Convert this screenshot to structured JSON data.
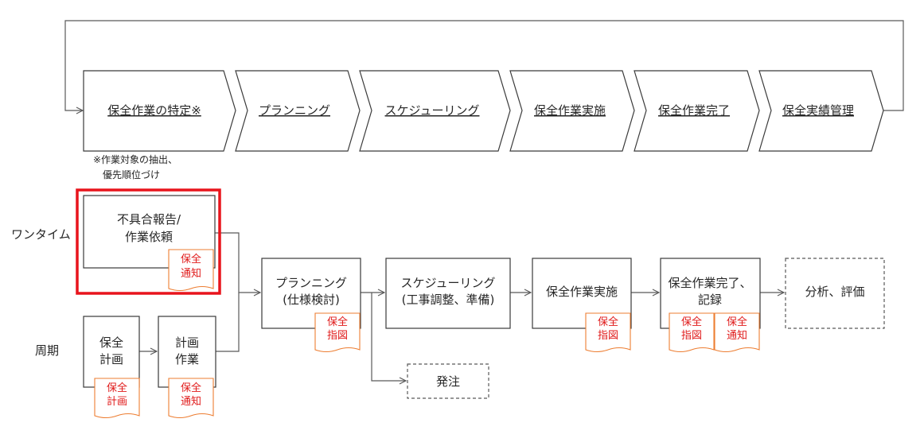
{
  "process_flow": [
    {
      "label": "保全作業の特定※"
    },
    {
      "label": "プランニング"
    },
    {
      "label": "スケジューリング"
    },
    {
      "label": "保全作業実施"
    },
    {
      "label": "保全作業完了"
    },
    {
      "label": "保全実績管理"
    }
  ],
  "footnote": {
    "line1": "※作業対象の抽出、",
    "line2": "優先順位づけ"
  },
  "row_labels": {
    "onetime": "ワンタイム",
    "periodic": "周期"
  },
  "boxes": {
    "defect_report": {
      "line1": "不具合報告/",
      "line2": "作業依頼"
    },
    "maint_plan": {
      "line1": "保全",
      "line2": "計画"
    },
    "plan_work": {
      "line1": "計画",
      "line2": "作業"
    },
    "planning": {
      "line1": "プランニング",
      "line2": "(仕様検討)"
    },
    "scheduling": {
      "line1": "スケジューリング",
      "line2": "(工事調整、準備)"
    },
    "execution": {
      "line1": "保全作業実施"
    },
    "completion": {
      "line1": "保全作業完了、",
      "line2": "記録"
    },
    "analysis": {
      "line1": "分析、評価"
    },
    "order": {
      "line1": "発注"
    }
  },
  "docs": {
    "notice": {
      "line1": "保全",
      "line2": "通知"
    },
    "instruction": {
      "line1": "保全",
      "line2": "指図"
    },
    "plan": {
      "line1": "保全",
      "line2": "計画"
    }
  },
  "colors": {
    "highlight": "#e8141c",
    "doc_border": "#ed7d31",
    "doc_text": "#e01a1a"
  }
}
